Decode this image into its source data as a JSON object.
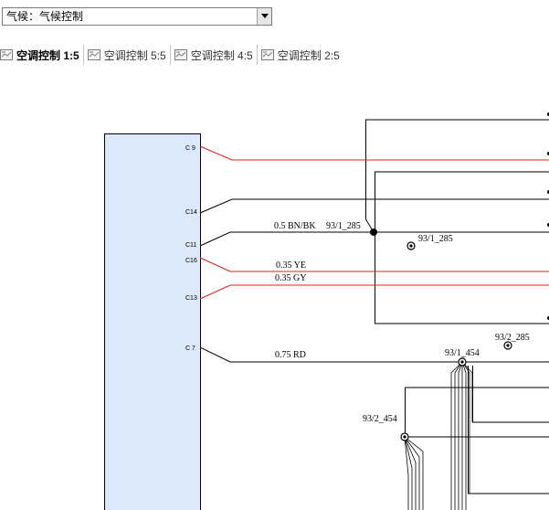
{
  "dropdown": {
    "value": "气候：气候控制"
  },
  "tabs": [
    {
      "label": "空调控制 1:5",
      "active": true
    },
    {
      "label": "空调控制 5:5",
      "active": false
    },
    {
      "label": "空调控制 4:5",
      "active": false
    },
    {
      "label": "空调控制 2:5",
      "active": false
    }
  ],
  "diagram": {
    "pins": {
      "c9": "C 9",
      "c14": "C14",
      "c11": "C11",
      "c16": "C16",
      "c13": "C13",
      "c7": "C 7"
    },
    "wires": {
      "c11": "0.5 BN/BK",
      "c16": "0.35 YE",
      "c13": "0.35 GY",
      "c7": "0.75 RD"
    },
    "splices": {
      "s1": "93/1_285",
      "s2": "93/1_285",
      "s3": "93/2_285",
      "s4": "93/1_454",
      "s5": "93/2_454"
    },
    "colors": {
      "red": "#e0201a",
      "black": "#000000",
      "module_fill": "#dce9fb"
    }
  }
}
